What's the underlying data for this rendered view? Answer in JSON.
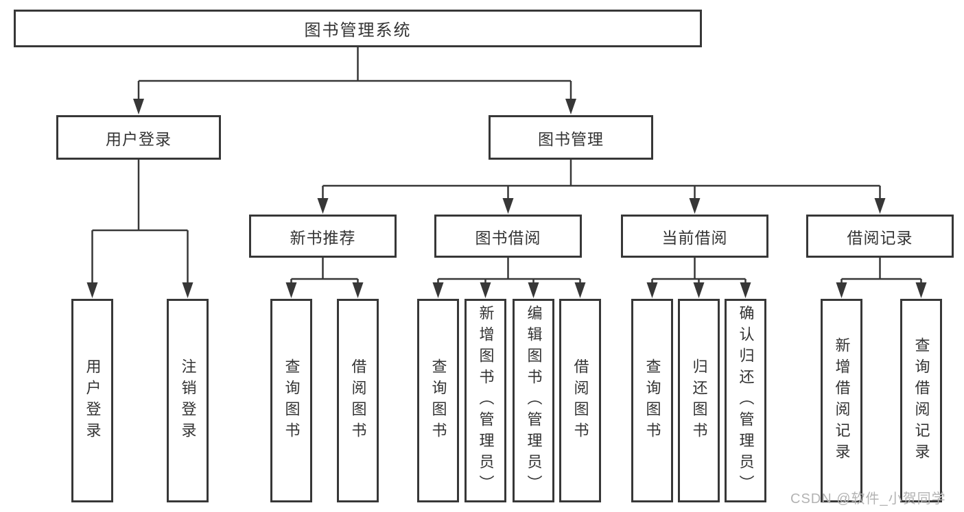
{
  "diagram": {
    "root": {
      "label": "图书管理系统"
    },
    "level2": [
      {
        "label": "用户登录"
      },
      {
        "label": "图书管理"
      }
    ],
    "level3": [
      {
        "label": "新书推荐"
      },
      {
        "label": "图书借阅"
      },
      {
        "label": "当前借阅"
      },
      {
        "label": "借阅记录"
      }
    ],
    "leaves": {
      "user_login": [
        "用户登录",
        "注销登录"
      ],
      "new_books": [
        "查询图书",
        "借阅图书"
      ],
      "book_borrowing": [
        "查询图书",
        "新增图书（管理员）",
        "编辑图书（管理员）",
        "借阅图书"
      ],
      "current_borrowing": [
        "查询图书",
        "归还图书",
        "确认归还（管理员）"
      ],
      "borrowing_records": [
        "新增借阅记录",
        "查询借阅记录"
      ]
    },
    "watermark": "CSDN @软件_小贺同学",
    "colors": {
      "line": "#373737",
      "text": "#333333",
      "box_fill": "#ffffff",
      "watermark": "#b3b3b3",
      "background": "#ffffff"
    }
  }
}
